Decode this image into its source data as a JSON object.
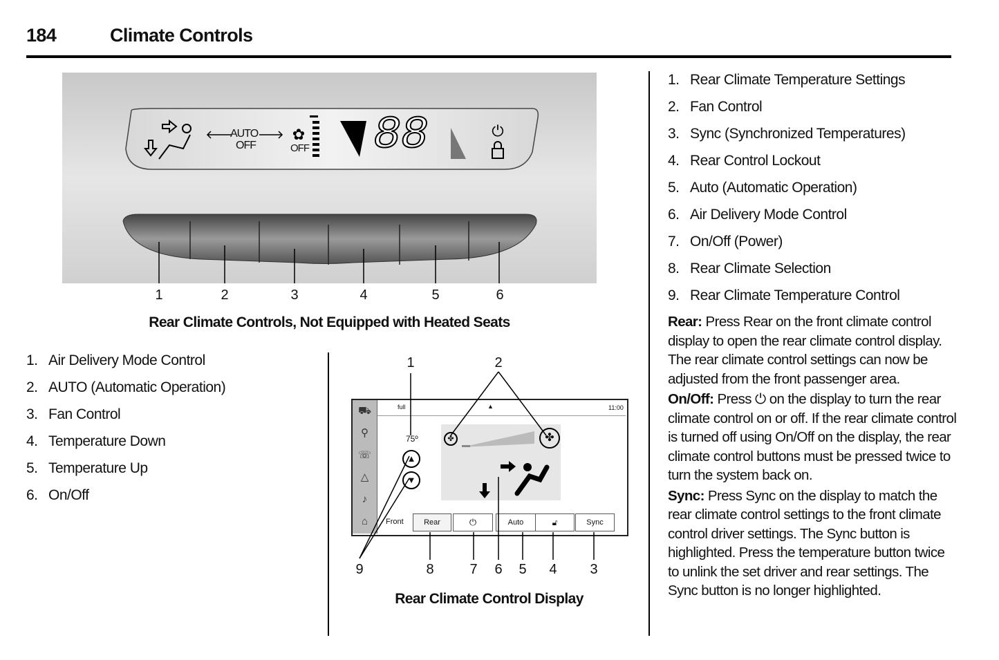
{
  "header": {
    "page_number": "184",
    "title": "Climate Controls"
  },
  "figure1": {
    "caption": "Rear Climate Controls, Not Equipped with Heated Seats",
    "display": {
      "auto": "AUTO",
      "off": "OFF",
      "fan_off": "OFF",
      "digits": "88"
    },
    "callouts": [
      "1",
      "2",
      "3",
      "4",
      "5",
      "6"
    ]
  },
  "list_left": [
    {
      "n": "1.",
      "label": "Air Delivery Mode Control"
    },
    {
      "n": "2.",
      "label": "AUTO (Automatic Operation)"
    },
    {
      "n": "3.",
      "label": "Fan Control"
    },
    {
      "n": "4.",
      "label": "Temperature Down"
    },
    {
      "n": "5.",
      "label": "Temperature Up"
    },
    {
      "n": "6.",
      "label": "On/Off"
    }
  ],
  "figure2": {
    "caption": "Rear Climate Control Display",
    "status_left": "full",
    "time": "11:00",
    "temperature": "75º",
    "buttons": {
      "front": "Front",
      "rear": "Rear",
      "auto": "Auto",
      "sync": "Sync"
    },
    "callouts_top": [
      "1",
      "2"
    ],
    "callouts_bottom": [
      "9",
      "8",
      "7",
      "6",
      "5",
      "4",
      "3"
    ]
  },
  "list_right": [
    {
      "n": "1.",
      "label": "Rear Climate Temperature Settings"
    },
    {
      "n": "2.",
      "label": "Fan Control"
    },
    {
      "n": "3.",
      "label": "Sync (Synchronized Temperatures)"
    },
    {
      "n": "4.",
      "label": "Rear Control Lockout"
    },
    {
      "n": "5.",
      "label": "Auto (Automatic Operation)"
    },
    {
      "n": "6.",
      "label": "Air Delivery Mode Control"
    },
    {
      "n": "7.",
      "label": "On/Off (Power)"
    },
    {
      "n": "8.",
      "label": "Rear Climate Selection"
    },
    {
      "n": "9.",
      "label": "Rear Climate Temperature Control"
    }
  ],
  "paragraphs": {
    "rear_term": "Rear:",
    "rear_text": " Press Rear on the front climate control display to open the rear climate control display. The rear climate control settings can now be adjusted from the front passenger area.",
    "onoff_term": "On/Off:",
    "onoff_text_a": " Press ",
    "onoff_text_b": " on the display to turn the rear climate control on or off. If the rear climate control is turned off using On/Off on the display, the rear climate control buttons must be pressed twice to turn the system back on.",
    "sync_term": "Sync:",
    "sync_text": " Press Sync on the display to match the rear climate control settings to the front climate control driver settings. The Sync button is highlighted. Press the temperature button twice to unlink the set driver and rear settings. The Sync button is no longer highlighted."
  }
}
